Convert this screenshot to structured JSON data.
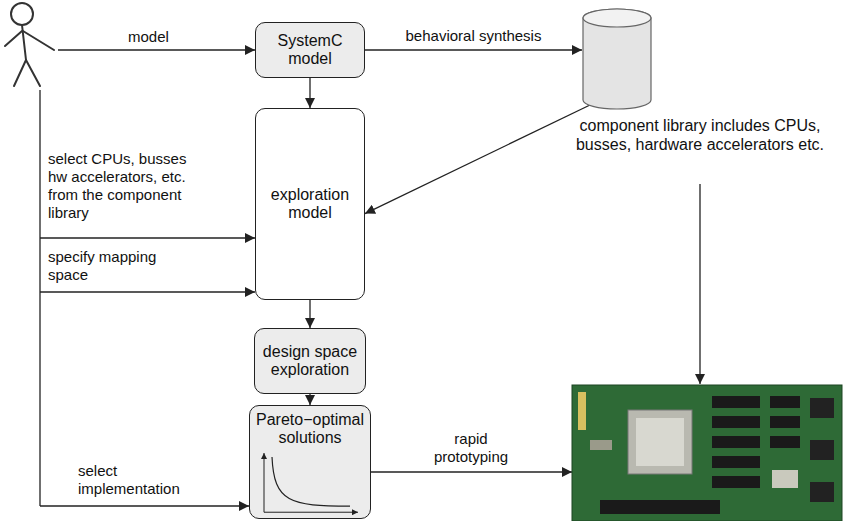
{
  "diagram": {
    "nodes": [
      {
        "text": [
          "SystemC model"
        ]
      },
      {
        "text": [
          "component library includes CPUs, busses, hardware accelerators etc."
        ]
      },
      {
        "text": [
          "exploration model"
        ]
      },
      {
        "text": [
          "design space exploration"
        ]
      },
      {
        "text": [
          "Pareto−optimal solutions"
        ]
      }
    ],
    "edges": [
      {
        "from": 0,
        "to": 1,
        "arrow": "to",
        "label": "behavioral synthesis"
      },
      {
        "from": 0,
        "to": 2,
        "arrow": "to"
      },
      {
        "from": 1,
        "to": 2,
        "arrow": "to"
      },
      {
        "from": 2,
        "to": 3,
        "arrow": "to"
      },
      {
        "from": 3,
        "to": 4,
        "arrow": "to"
      }
    ],
    "labels": [
      "model",
      "select CPUs, busses hw accelerators, etc. from the component library",
      "specify mapping space",
      "select implementation",
      "rapid prototyping"
    ]
  }
}
